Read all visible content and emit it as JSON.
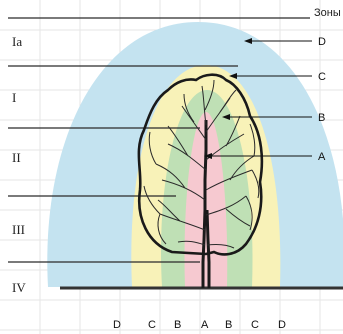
{
  "header": "Зоны",
  "zone_rows": [
    "Ia",
    "I",
    "II",
    "III",
    "IV"
  ],
  "zone_labels": [
    "D",
    "C",
    "B",
    "A"
  ],
  "bottom_labels": [
    "D",
    "C",
    "B",
    "A",
    "B",
    "C",
    "D"
  ],
  "colors": {
    "zone_d": "#c4e3f0",
    "zone_c": "#f8f2b8",
    "zone_b": "#bfe0b5",
    "zone_a": "#f6c9d0",
    "outline": "#1a1a1a",
    "grid": "#e6e6e6"
  }
}
